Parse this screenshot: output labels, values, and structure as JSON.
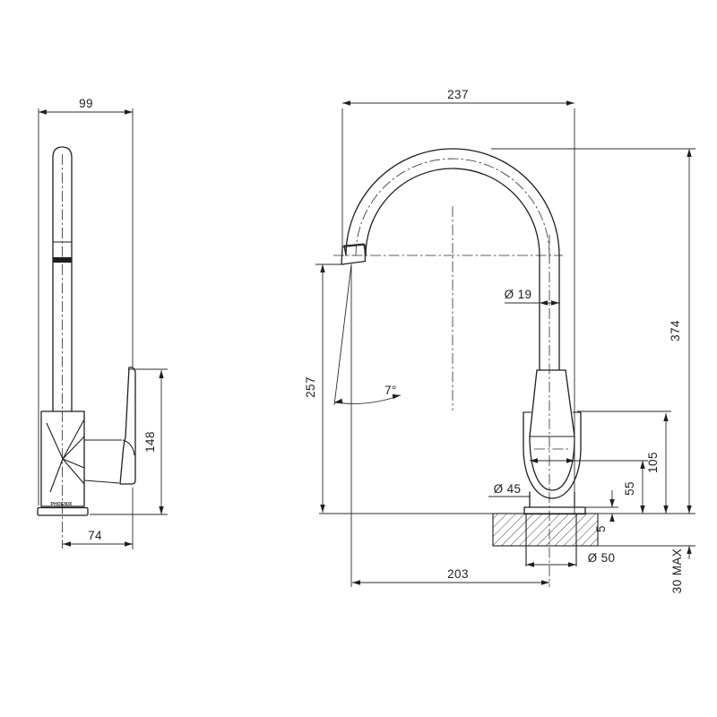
{
  "drawing": {
    "brand_label": "PHOENIX",
    "side_view": {
      "overall_depth": "99",
      "body_height": "148",
      "handle_offset": "74"
    },
    "front_view": {
      "spout_reach": "237",
      "spout_outer_dia": "Ø 19",
      "overall_height": "374",
      "outlet_height": "257",
      "spout_angle": "7°",
      "body_top_height": "105",
      "handle_bottom_height": "55",
      "body_dia": "Ø 45",
      "base_plate_height": "5",
      "hole_dia": "Ø 50",
      "outlet_to_center": "203",
      "benchtop_thickness": "30 MAX"
    }
  }
}
